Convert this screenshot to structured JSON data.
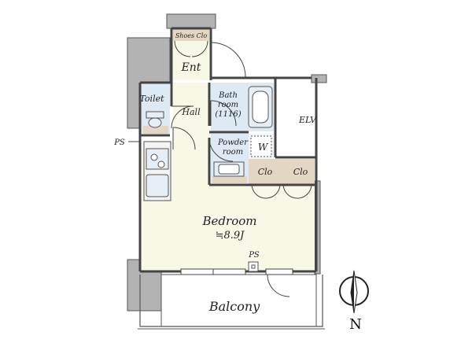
{
  "rooms": {
    "shoes_clo": "Shoes Clo",
    "ent": "Ent",
    "toilet": "Toilet",
    "hall": "Hall",
    "bath_room_line1": "Bath",
    "bath_room_line2": "room",
    "bath_room_line3": "(1116)",
    "powder_room_line1": "Powder",
    "powder_room_line2": "room",
    "washer": "W",
    "clo_left": "Clo",
    "clo_right": "Clo",
    "bedroom": "Bedroom",
    "bedroom_area": "≒8.9J",
    "balcony": "Balcony",
    "elv": "ELV",
    "ps_left": "PS",
    "ps_bottom": "PS"
  },
  "compass": {
    "north": "N"
  },
  "colors": {
    "wall": "#9a9a9a",
    "floor": "#f8f8e6",
    "wet_floor": "#dde9f3",
    "closet_floor": "#e3d7c3",
    "fixture": "#e6eff5"
  }
}
